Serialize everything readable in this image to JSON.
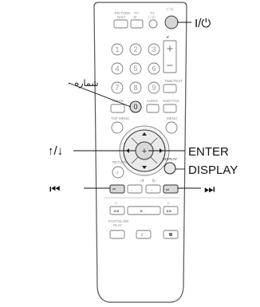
{
  "remote": {
    "top_labels": {
      "picture_nav_1": "PICTURE",
      "picture_nav_2": "NAVI",
      "tv_a": "TV",
      "tv_b": "TV",
      "tv_power": "I / ⏻",
      "power": "I / ⏻",
      "time_text": "TIME/TEXT",
      "clear": "CLEAR",
      "audio": "AUDIO",
      "subtitle": "SUBTITLE",
      "top_menu": "TOP MENU",
      "menu": "MENU",
      "return": "RETURN",
      "display": "DISPLAY",
      "fast_slow_1": "FAST/SLOW",
      "fast_slow_2": "PLAY"
    },
    "numbers": [
      "1",
      "2",
      "3",
      "4",
      "5",
      "6",
      "7",
      "8",
      "9",
      "0"
    ],
    "plus": "+",
    "minus": "−"
  },
  "callouts": {
    "power": "I/⏻",
    "number_zero": "شماره ۰",
    "arrows": "↑/↓",
    "enter": "ENTER",
    "display": "DISPLAY",
    "prev": "⏮",
    "next": "⏭"
  }
}
